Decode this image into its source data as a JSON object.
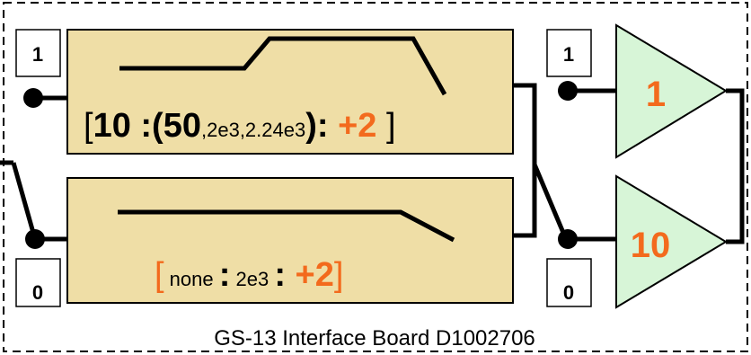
{
  "board_label": "GS-13 Interface Board D1002706",
  "switches": {
    "left": {
      "top_label": "1",
      "bottom_label": "0"
    },
    "right": {
      "top_label": "1",
      "bottom_label": "0"
    }
  },
  "filters": {
    "top": {
      "open_bracket": "[",
      "v1": "10",
      "sep1": " :(",
      "v2": "50",
      "v3": ",2e3,2.24e3",
      "close_paren": ")",
      "sep2": ": ",
      "gain": "+2",
      "close_bracket": " ]"
    },
    "bottom": {
      "open_bracket": "[",
      "v1": " none ",
      "sep1": ":",
      "v2": " 2e3 ",
      "sep2": ":",
      "gain": " +2",
      "close_bracket": "]"
    }
  },
  "amplifiers": {
    "top": {
      "gain": "1"
    },
    "bottom": {
      "gain": "10"
    }
  },
  "colors": {
    "filter_fill": "#efdea6",
    "amp_fill": "#d7f5d7",
    "accent": "#f36a1d",
    "wire": "#000000"
  }
}
